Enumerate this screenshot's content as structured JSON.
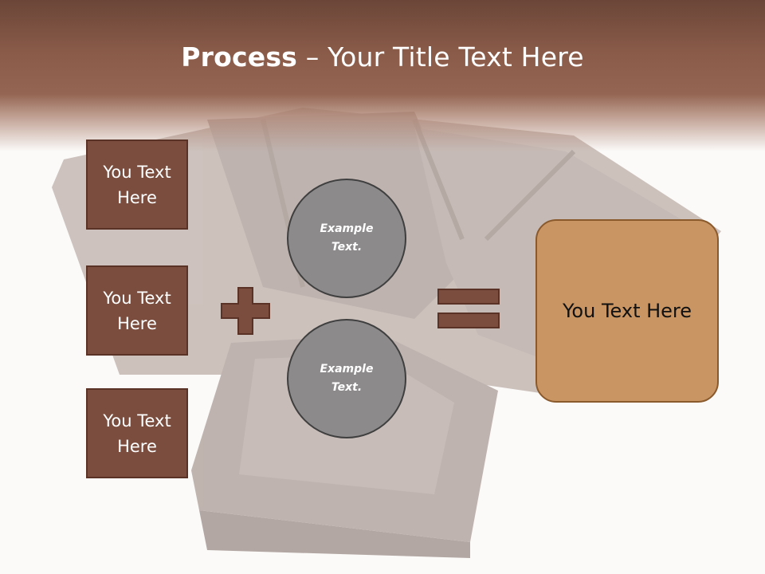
{
  "slide": {
    "title_bold": "Process",
    "title_rest": " – Your Title Text Here"
  },
  "boxes": [
    {
      "label": "You Text Here"
    },
    {
      "label": "You Text Here"
    },
    {
      "label": "You Text Here"
    }
  ],
  "circles": [
    {
      "label": "Example Text."
    },
    {
      "label": "Example Text."
    }
  ],
  "result": {
    "label": "You Text Here"
  },
  "colors": {
    "banner": "#8a5b49",
    "box_fill": "#7a4d3e",
    "box_border": "#5a3326",
    "circle_fill": "#8c8a8a",
    "result_fill": "#c99563"
  },
  "icons": [
    "plus-icon",
    "equals-icon"
  ]
}
